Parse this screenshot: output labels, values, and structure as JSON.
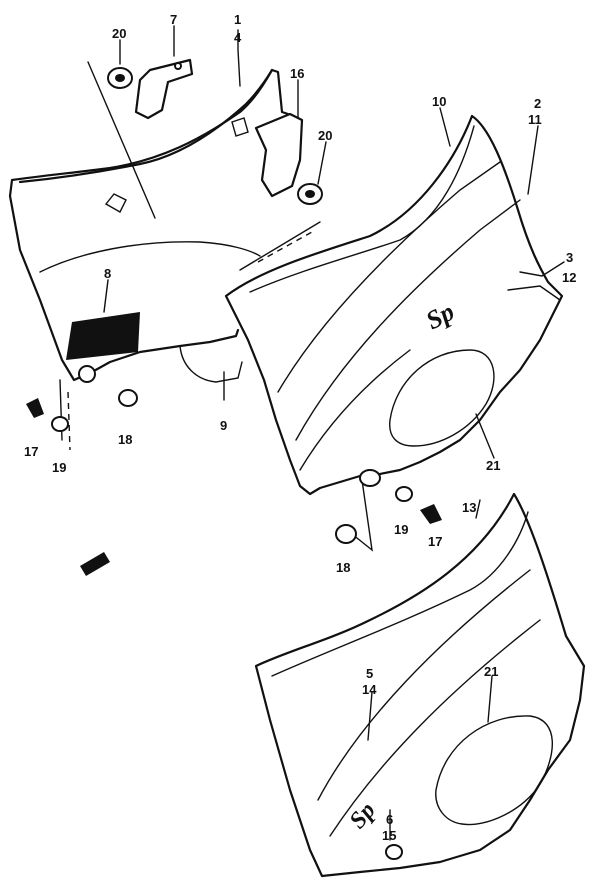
{
  "callouts": [
    {
      "id": "c1",
      "text": "1"
    },
    {
      "id": "c4",
      "text": "4"
    },
    {
      "id": "c7",
      "text": "7"
    },
    {
      "id": "c20a",
      "text": "20"
    },
    {
      "id": "c16",
      "text": "16"
    },
    {
      "id": "c20b",
      "text": "20"
    },
    {
      "id": "c10",
      "text": "10"
    },
    {
      "id": "c2",
      "text": "2"
    },
    {
      "id": "c11",
      "text": "11"
    },
    {
      "id": "c3",
      "text": "3"
    },
    {
      "id": "c12",
      "text": "12"
    },
    {
      "id": "c8",
      "text": "8"
    },
    {
      "id": "c9",
      "text": "9"
    },
    {
      "id": "c17a",
      "text": "17"
    },
    {
      "id": "c19a",
      "text": "19"
    },
    {
      "id": "c18a",
      "text": "18"
    },
    {
      "id": "c21a",
      "text": "21"
    },
    {
      "id": "c13",
      "text": "13"
    },
    {
      "id": "c19b",
      "text": "19"
    },
    {
      "id": "c17b",
      "text": "17"
    },
    {
      "id": "c18b",
      "text": "18"
    },
    {
      "id": "c5",
      "text": "5"
    },
    {
      "id": "c14",
      "text": "14"
    },
    {
      "id": "c21b",
      "text": "21"
    },
    {
      "id": "c6",
      "text": "6"
    },
    {
      "id": "c15",
      "text": "15"
    }
  ]
}
